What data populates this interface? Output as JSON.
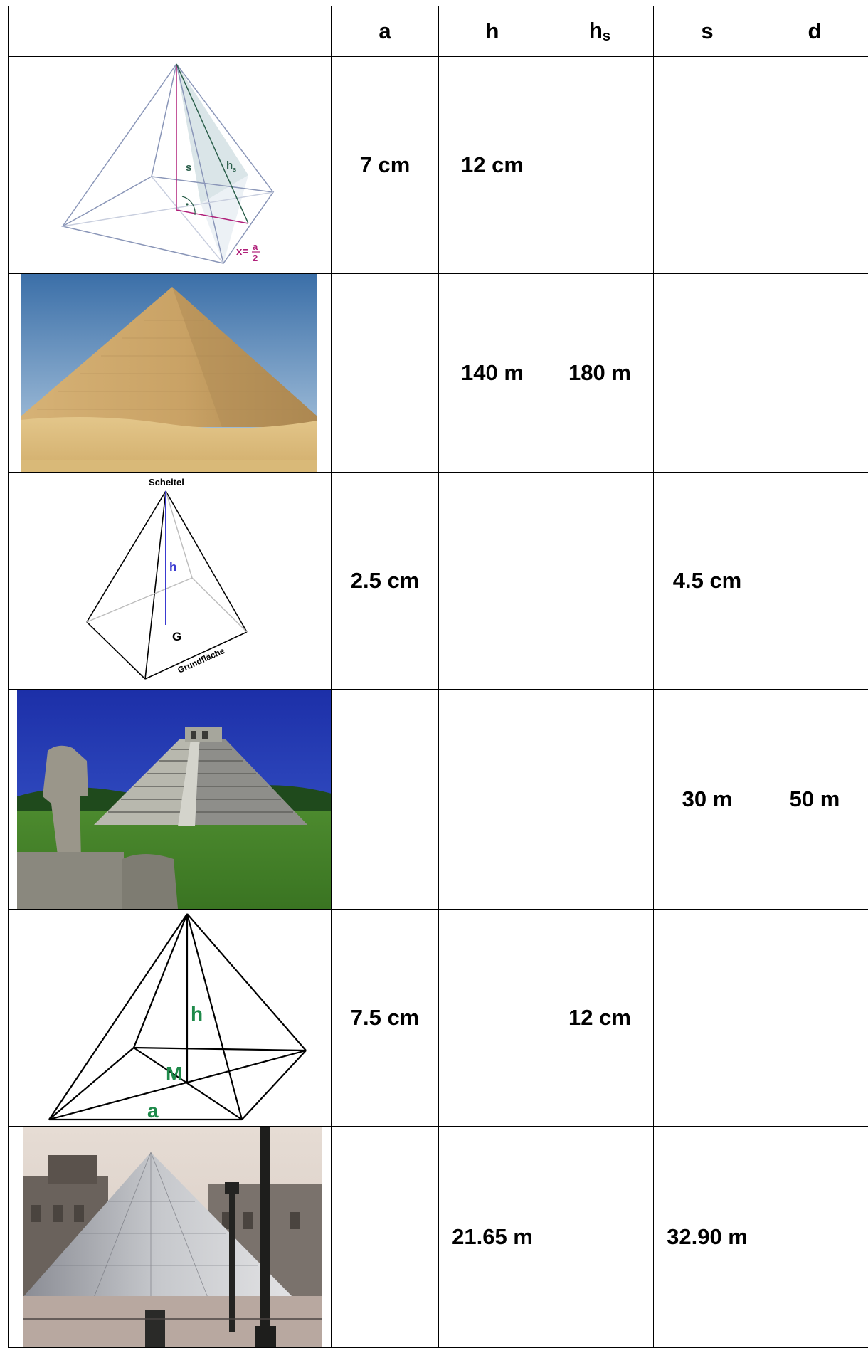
{
  "header": {
    "col_a": "a",
    "col_h": "h",
    "col_hs_main": "h",
    "col_hs_sub": "s",
    "col_s": "s",
    "col_d": "d"
  },
  "figures": {
    "fig1": {
      "s_label": "s",
      "hs_main": "h",
      "hs_sub": "s",
      "x_label": "x=",
      "frac_num": "a",
      "frac_den": "2"
    },
    "fig3": {
      "apex_label": "Scheitel",
      "h_label": "h",
      "g_label": "G",
      "base_label": "Grundfläche"
    },
    "fig5": {
      "h_label": "h",
      "m_label": "M",
      "a_label": "a"
    }
  },
  "rows": [
    {
      "a": "7 cm",
      "h": "12 cm",
      "hs": "",
      "s": "",
      "d": ""
    },
    {
      "a": "",
      "h": "140 m",
      "hs": "180 m",
      "s": "",
      "d": ""
    },
    {
      "a": "2.5 cm",
      "h": "",
      "hs": "",
      "s": "4.5 cm",
      "d": ""
    },
    {
      "a": "",
      "h": "",
      "hs": "",
      "s": "30 m",
      "d": "50 m"
    },
    {
      "a": "7.5 cm",
      "h": "",
      "hs": "12 cm",
      "s": "",
      "d": ""
    },
    {
      "a": "",
      "h": "21.65 m",
      "hs": "",
      "s": "32.90 m",
      "d": ""
    }
  ],
  "colors": {
    "border": "#000000",
    "fig1_lines": "#8a96b8",
    "fig1_face": "#c9dcd8",
    "fig1_magenta": "#b0207a",
    "fig1_green": "#2a5e4a",
    "fig3_h": "#3a3ad0",
    "fig5_green": "#1e8a4a"
  }
}
